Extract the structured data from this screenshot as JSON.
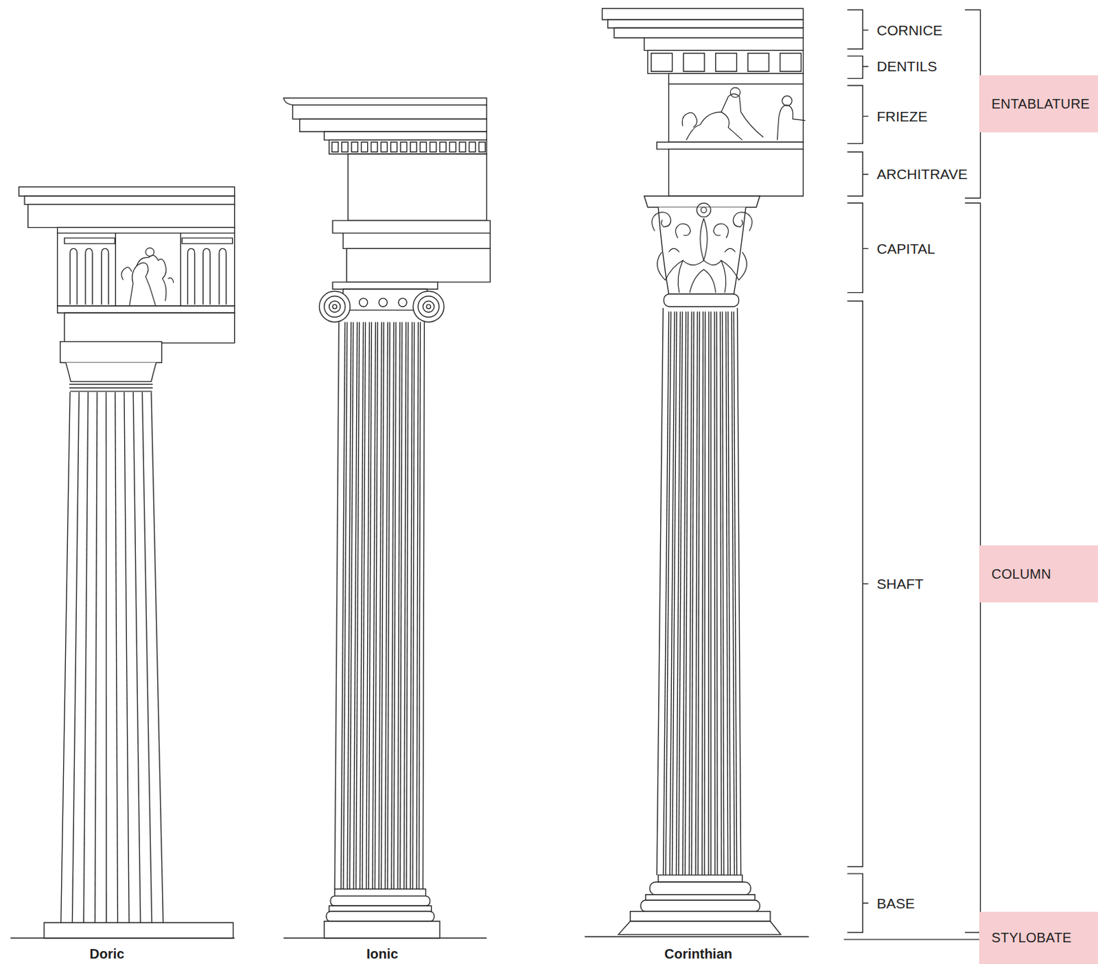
{
  "diagram": {
    "nodes": [
      {
        "text": [
          "ENTABLATURE"
        ]
      },
      {
        "text": [
          "COLUMN"
        ]
      },
      {
        "text": [
          "STYLOBATE"
        ]
      }
    ],
    "labels": [
      "CORNICE",
      "DENTILS",
      "FRIEZE",
      "ARCHITRAVE",
      "CAPITAL",
      "SHAFT",
      "BASE",
      "Doric",
      "Ionic",
      "Corinthian"
    ]
  }
}
